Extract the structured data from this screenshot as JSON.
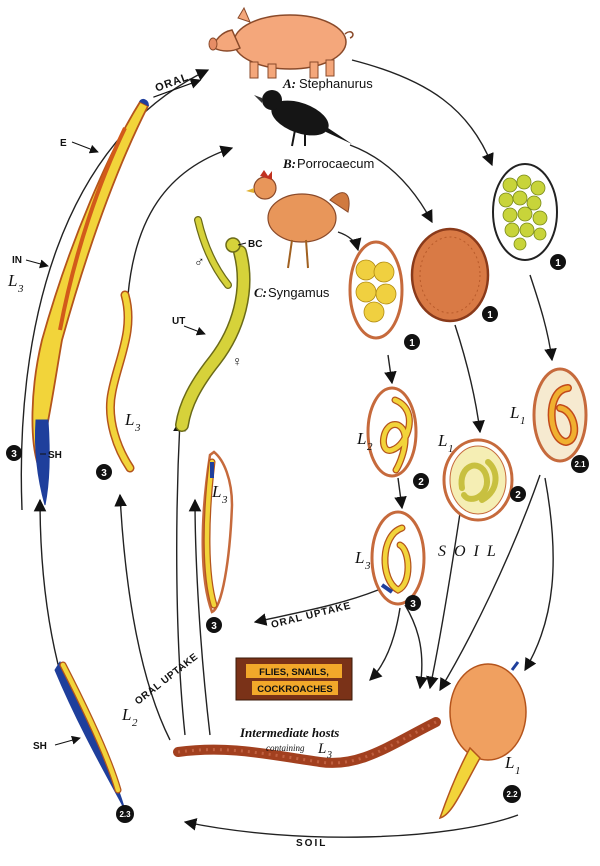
{
  "hosts": {
    "a_letter": "A:",
    "a_name": "Stephanurus",
    "b_letter": "B:",
    "b_name": "Porrocaecum",
    "c_letter": "C:",
    "c_name": "Syngamus"
  },
  "labels": {
    "oral": "ORAL",
    "oral_uptake_mid": "ORAL UPTAKE",
    "oral_uptake_left": "ORAL UPTAKE",
    "soil_mid": "S O I L",
    "soil_bottom": "SOIL",
    "flies_line1": "FLIES, SNAILS,",
    "flies_line2": "COCKROACHES",
    "intermediate_line1": "Intermediate hosts",
    "intermediate_line2": "containing",
    "intermediate_l3": "L",
    "intermediate_l3_sub": "3"
  },
  "anatomy": {
    "e": "E",
    "in": "IN",
    "sh_top": "SH",
    "sh_bottom": "SH",
    "ut": "UT",
    "bc": "BC",
    "male": "♂",
    "female": "♀"
  },
  "stages": {
    "L": "L",
    "sub1": "1",
    "sub2": "2",
    "sub3": "3"
  },
  "badges": {
    "b1": "1",
    "b2": "2",
    "b3": "3",
    "b21": "2.1",
    "b22": "2.2",
    "b23": "2.3"
  },
  "colors": {
    "worm_yellow": "#f2d43a",
    "worm_outline": "#b4541c",
    "sheath_blue": "#1f3f9c",
    "egg_shell": "#c66a3c",
    "earthworm": "#a2401f",
    "badge": "#111111"
  }
}
